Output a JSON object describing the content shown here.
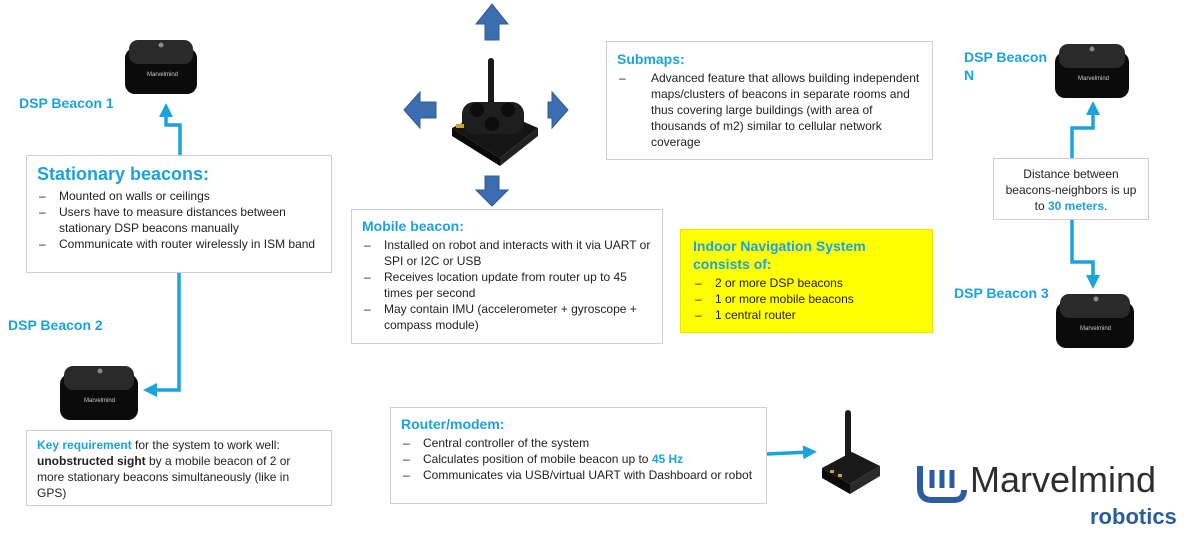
{
  "labels": {
    "beacon1": "DSP Beacon 1",
    "beacon2": "DSP Beacon 2",
    "beacon3": "DSP Beacon 3",
    "beaconN": "DSP Beacon N"
  },
  "beacon_device_text": "Marvelmind",
  "stationary": {
    "title": "Stationary beacons:",
    "items": [
      "Mounted on walls or ceilings",
      "Users have to measure distances between stationary DSP beacons manually",
      "Communicate with router wirelessly in ISM band"
    ]
  },
  "mobile": {
    "title": "Mobile beacon:",
    "items": [
      "Installed on robot and interacts with it via UART or SPI or I2C or USB",
      "Receives location update from router up to 45 times per second",
      "May contain IMU (accelerometer + gyroscope + compass module)"
    ]
  },
  "submaps": {
    "title": "Submaps:",
    "items": [
      "Advanced feature that allows building independent maps/clusters of beacons in separate rooms and thus covering large buildings (with area of thousands of m2) similar to cellular network coverage"
    ]
  },
  "distance": {
    "text_before": "Distance between beacons-neighbors is up to ",
    "highlight": "30 meters",
    "text_after": "."
  },
  "ins": {
    "title": "Indoor Navigation System consists of:",
    "items": [
      "2 or more DSP beacons",
      "1 or more mobile beacons",
      "1 central router"
    ]
  },
  "router": {
    "title": "Router/modem:",
    "item1": "Central controller of the system",
    "item2_before": "Calculates position of mobile beacon up to ",
    "item2_highlight": "45 Hz",
    "item3": "Communicates via USB/virtual UART with Dashboard or robot"
  },
  "keyreq": {
    "highlight": "Key requirement",
    "text1": " for the system to work well: ",
    "bold": "unobstructed sight",
    "text2": " by a mobile beacon of 2 or more stationary beacons simultaneously (like in GPS)"
  },
  "logo": {
    "name": "Marvelmind",
    "tagline": "robotics"
  },
  "colors": {
    "accent_blue": "#1ba3dd",
    "arrow_blue": "#3c6db0",
    "ins_yellow": "#ffff00",
    "device_black": "#111111"
  }
}
